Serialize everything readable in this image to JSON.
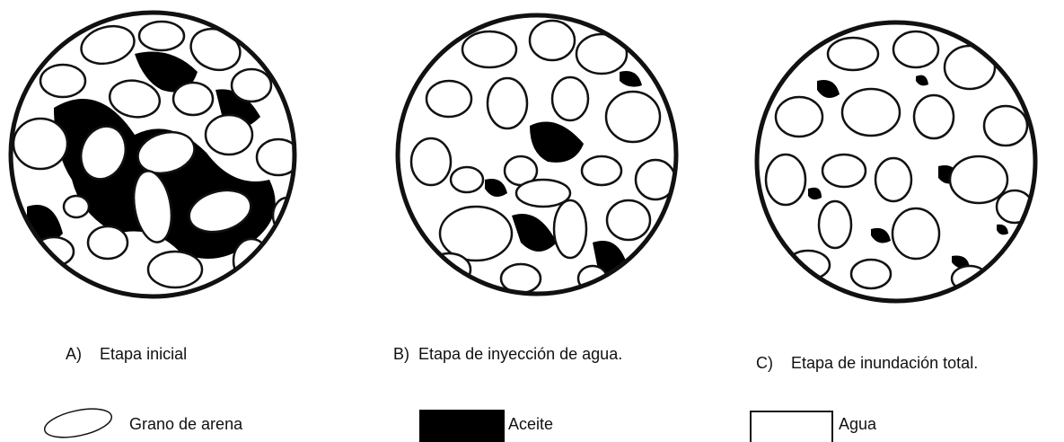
{
  "panels": [
    {
      "letter": "A)",
      "caption": "Etapa inicial",
      "oil_level": "high"
    },
    {
      "letter": "B)",
      "caption": "Etapa de inyección de agua.",
      "oil_level": "medium"
    },
    {
      "letter": "C)",
      "caption": "Etapa de inundación total.",
      "oil_level": "low"
    }
  ],
  "legend": {
    "sand": "Grano de arena",
    "oil": "Aceite",
    "water": "Agua"
  },
  "colors": {
    "oil": "#000000",
    "water": "#ffffff",
    "grain_outline": "#111111"
  }
}
